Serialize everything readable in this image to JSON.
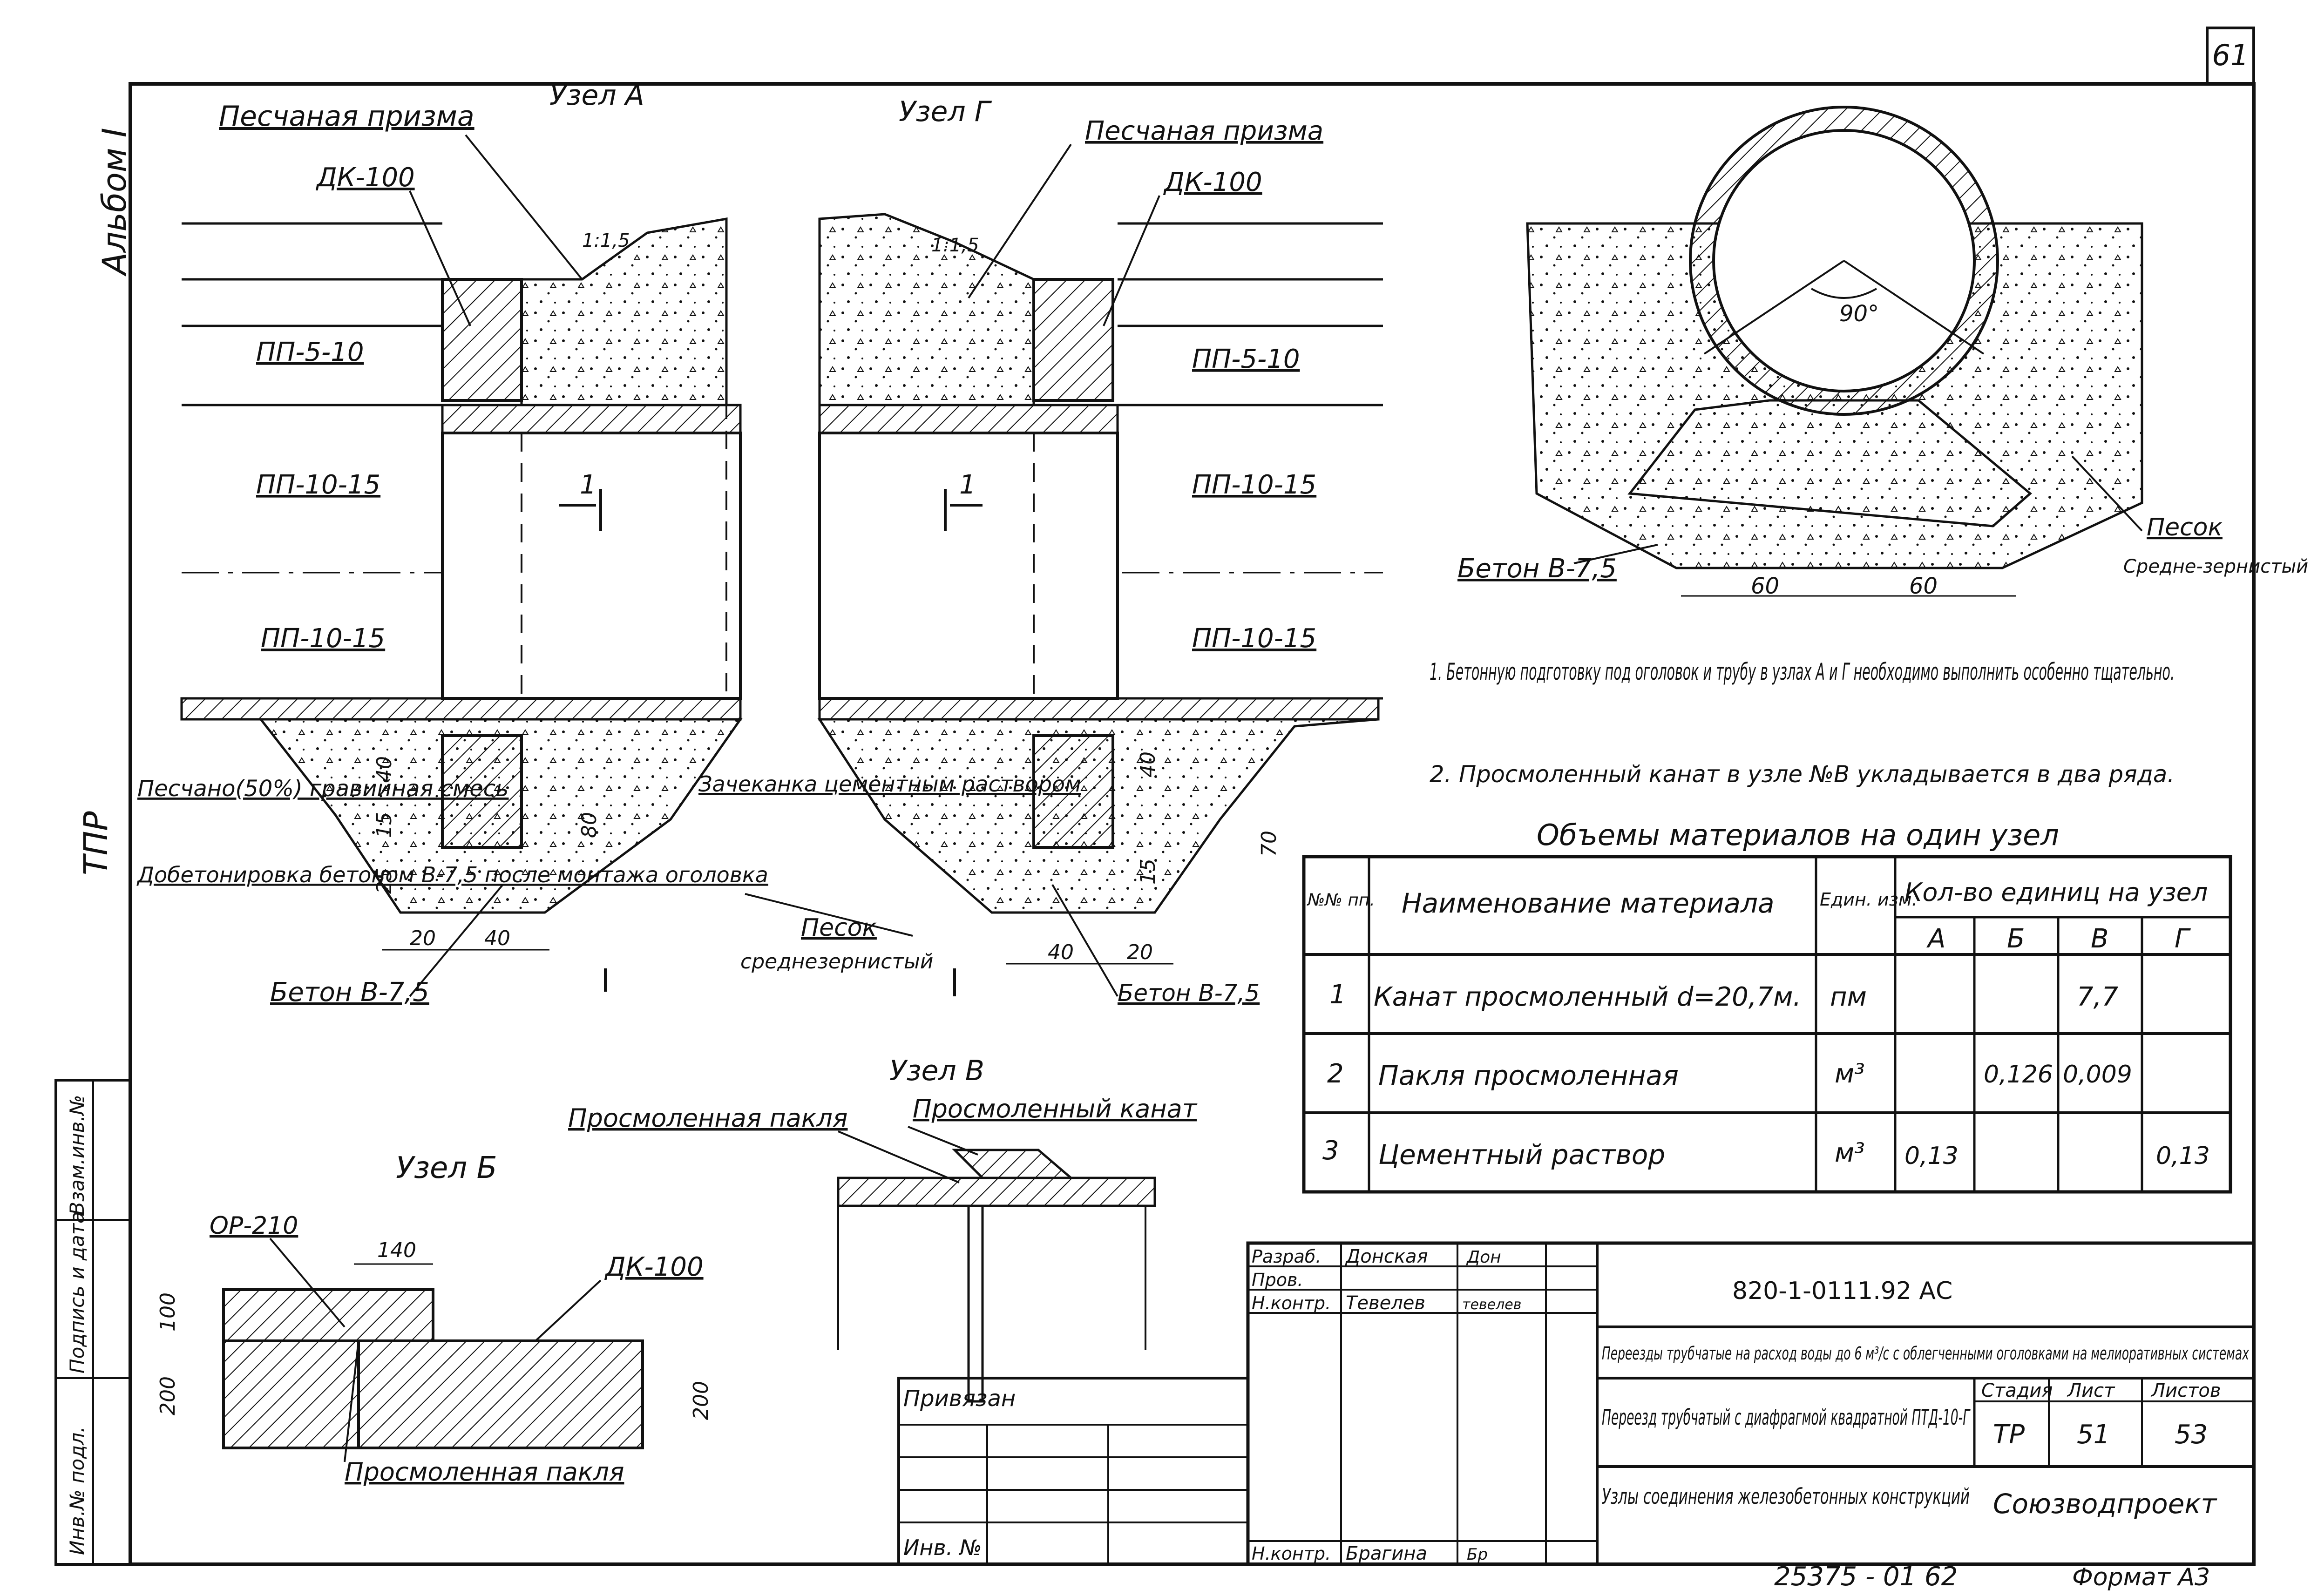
{
  "sheet": {
    "page_number": "61",
    "album": "Альбом I",
    "tpr": "ТПР"
  },
  "node_a": {
    "title": "Узел А",
    "sand_prism": "Песчаная призма",
    "dk": "ДК-100",
    "slope": "1:1,5",
    "pp1": "ПП-5-10",
    "pp2": "ПП-10-15",
    "pp3": "ПП-10-15",
    "section_mark": "1",
    "sand_gravel": "Песчано(50%) гравийная смесь",
    "rebetonirovka": "Добетонировка бетоном В-7,5 после монтажа оголовка",
    "concrete": "Бетон В-7,5",
    "dim_40": "40",
    "dim_15": "15",
    "dim_25": "25",
    "dim_80": "80",
    "dim_20": "20",
    "dim_40b": "40"
  },
  "node_g": {
    "title": "Узел Г",
    "sand_prism": "Песчаная призма",
    "dk": "ДК-100",
    "slope": "1:1,5",
    "pp1": "ПП-5-10",
    "pp2": "ПП-10-15",
    "pp3": "ПП-10-15",
    "section_mark": "1",
    "zachekanka": "Зачеканка цементным раствором",
    "sand": "Песок",
    "sand_medium": "среднезернистый",
    "concrete": "Бетон В-7,5",
    "dim_40": "40",
    "dim_15": "15",
    "dim_70": "70",
    "dim_40b": "40",
    "dim_20": "20"
  },
  "cross_section": {
    "angle": "90°",
    "concrete": "Бетон В-7,5",
    "sand": "Песок",
    "sand_type": "Средне-зернистый",
    "dim_left": "60",
    "dim_right": "60"
  },
  "notes": [
    "1. Бетонную подготовку под оголовок и трубу в узлах А и Г необходимо выполнить особенно тщательно.",
    "2. Просмоленный канат в узле №В укладывается в два ряда."
  ],
  "materials": {
    "title": "Объемы материалов на один узел",
    "headers": {
      "num": "№№ пп.",
      "name": "Наименование материала",
      "unit": "Един. изм.",
      "qty": "Кол-во единиц на узел",
      "a": "А",
      "b": "Б",
      "v": "В",
      "g": "Г"
    },
    "rows": [
      {
        "num": "1",
        "name": "Канат просмоленный d=20,7м.",
        "unit": "пм",
        "a": "",
        "b": "",
        "v": "7,7",
        "g": ""
      },
      {
        "num": "2",
        "name": "Пакля просмоленная",
        "unit": "м³",
        "a": "",
        "b": "0,126",
        "v": "0,009",
        "g": ""
      },
      {
        "num": "3",
        "name": "Цементный раствор",
        "unit": "м³",
        "a": "0,13",
        "b": "",
        "v": "",
        "g": "0,13"
      }
    ]
  },
  "node_v": {
    "title": "Узел В",
    "pakla": "Просмоленная пакля",
    "kanat": "Просмоленный канат"
  },
  "node_b": {
    "title": "Узел Б",
    "op": "ОР-210",
    "dk": "ДК-100",
    "dim_140": "140",
    "dim_100": "100",
    "dim_200a": "200",
    "dim_200b": "200",
    "pakla": "Просмоленная пакля"
  },
  "left_stamp": {
    "inv_podl": "Инв.№ подл.",
    "podpis": "Подпись и дата",
    "vzam": "Взам.инв.№"
  },
  "title_block": {
    "privyazan": "Привязан",
    "inv": "Инв. №",
    "razrab_label": "Разраб.",
    "razrab_name": "Донская",
    "razrab_sign": "Дон",
    "prov_label": "Пров.",
    "nkontr_label": "Н.контр.",
    "nkontr_name": "Тевелев",
    "nkontr_sign": "тевелев",
    "nkontr2_label": "Н.контр.",
    "nkontr2_name": "Брагина",
    "nkontr2_sign": "Бр",
    "code": "820-1-0111.92    АС",
    "project": "Переезды трубчатые на расход воды до 6 м³/с с облегченными оголовками на мелиоративных системах",
    "object": "Переезд трубчатый с диафрагмой квадратной ПТД-10-Г",
    "sheet_title": "Узлы соединения железобетонных конструкций",
    "stage_label": "Стадия",
    "list_label": "Лист",
    "lists_label": "Листов",
    "stage": "ТР",
    "list": "51",
    "lists": "53",
    "org": "Союзводпроект",
    "bottom_code": "25375 - 01   62",
    "format": "Формат А3"
  }
}
